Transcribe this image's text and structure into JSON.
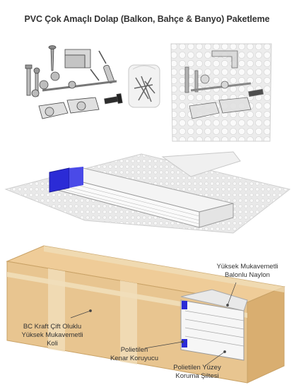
{
  "title": "PVC Çok Amaçlı Dolap (Balkon, Bahçe & Banyo) Paketleme",
  "labels": {
    "bubble_nylon": [
      "Yüksek Mukavemetli",
      "Balonlu Naylon"
    ],
    "kraft_box": [
      "BC Kraft Çift Oluklu",
      "Yüksek Mukavemetli",
      "Koli"
    ],
    "edge_protector": [
      "Polietilen",
      "Kenar Koruyucu"
    ],
    "surface_mat": [
      "Polietilen Yüzey",
      "Koruma Şiltesi"
    ]
  },
  "colors": {
    "cardboard": "#e8c590",
    "cardboard_dark": "#d9ae70",
    "tape": "#f1dfbc",
    "blue_edge": "#2b2bd6",
    "bubble": "#e6e6e6"
  },
  "icons": [
    "hardware-parts-icon",
    "screws-bag-icon",
    "bubble-wrapped-parts-icon"
  ]
}
